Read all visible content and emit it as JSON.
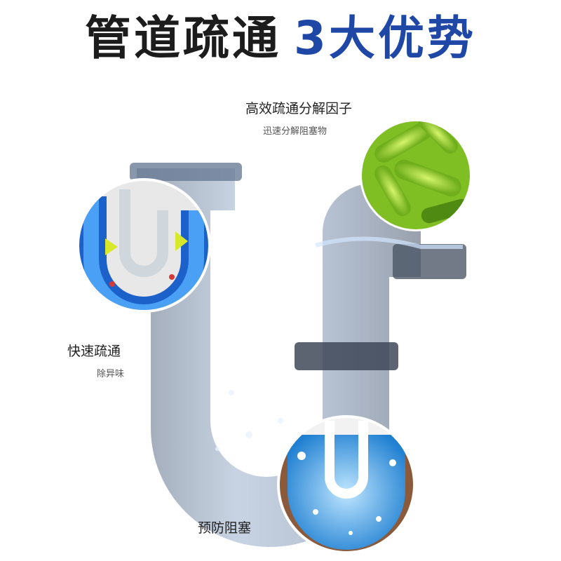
{
  "headline": {
    "main": "管道疏通",
    "highlight": "3大优势",
    "main_color": "#1c1c1c",
    "highlight_color": "#1e47a6"
  },
  "features": [
    {
      "title": "高效疏通分解因子",
      "subtitle": "迅速分解阻塞物"
    },
    {
      "title": "快速疏通",
      "subtitle": "除异味"
    },
    {
      "title": "预防阻塞"
    }
  ],
  "icons": [
    "bacteria-icon",
    "pipe-flow-icon",
    "sparkle-icon"
  ]
}
